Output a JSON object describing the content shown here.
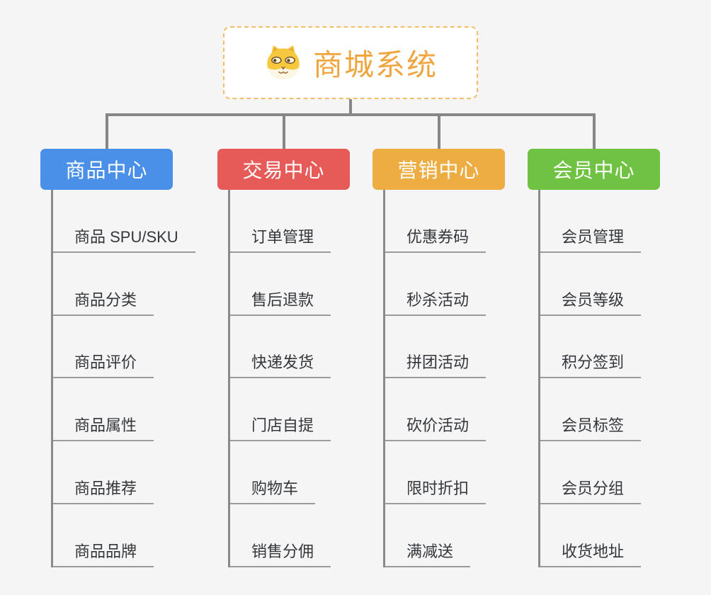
{
  "root": {
    "title": "商城系统",
    "icon": "dog-face-icon"
  },
  "branches": [
    {
      "label": "商品中心",
      "color": "#4a90e8",
      "items": [
        "商品 SPU/SKU",
        "商品分类",
        "商品评价",
        "商品属性",
        "商品推荐",
        "商品品牌"
      ]
    },
    {
      "label": "交易中心",
      "color": "#e65a57",
      "items": [
        "订单管理",
        "售后退款",
        "快递发货",
        "门店自提",
        "购物车",
        "销售分佣"
      ]
    },
    {
      "label": "营销中心",
      "color": "#edad42",
      "items": [
        "优惠券码",
        "秒杀活动",
        "拼团活动",
        "砍价活动",
        "限时折扣",
        "满减送"
      ]
    },
    {
      "label": "会员中心",
      "color": "#70c242",
      "items": [
        "会员管理",
        "会员等级",
        "积分签到",
        "会员标签",
        "会员分组",
        "收货地址"
      ]
    }
  ],
  "palette": {
    "background": "#f5f5f6",
    "connector_gray": "#868686",
    "trunk_gray": "#8a8a8a",
    "underline_gray": "#9b9b9b",
    "item_text": "#33373b",
    "root_text": "#f0a63f",
    "root_border": "#f4be68"
  }
}
